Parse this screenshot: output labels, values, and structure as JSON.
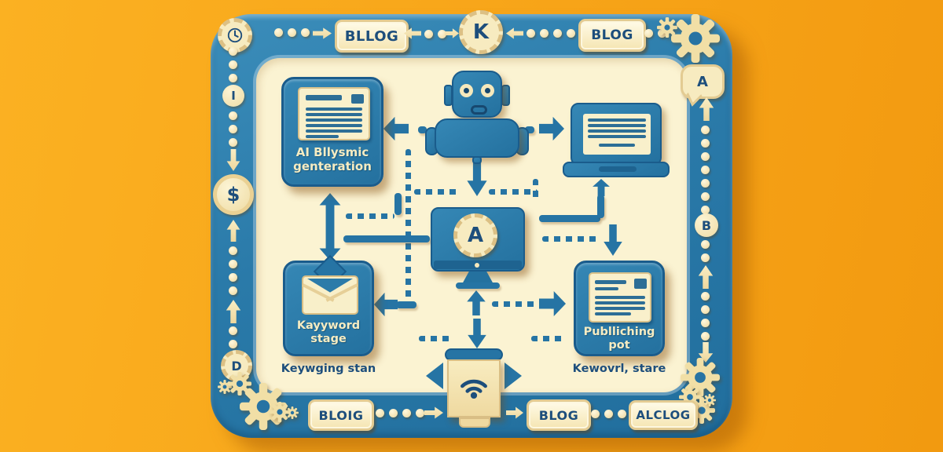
{
  "colors": {
    "background_orange": "#F7A418",
    "frame_blue": "#2A7AA9",
    "panel_cream": "#FBF3D2",
    "accent_cream": "#F2DFA8",
    "text_blue": "#1D4E7C"
  },
  "border": {
    "top": {
      "label_left": "BLLOG",
      "gear_badge_letter": "K",
      "label_right": "BLOG",
      "bubble_letter": "A"
    },
    "left": {
      "info_letter": "I",
      "coin_symbol": "$",
      "gear_badge_letter": "D"
    },
    "right": {
      "node_letter": "B"
    },
    "bottom": {
      "label_left": "BLOIG",
      "label_center": "BLOG",
      "label_right": "ALCLOG"
    }
  },
  "flowchart": {
    "ai_box": {
      "line1": "AI Bllysmic",
      "line2": "genteration"
    },
    "monitor": {
      "gear_letter": "A"
    },
    "keyword_box": {
      "line1": "Kayyword",
      "line2": "stage",
      "caption": "Keywging stan"
    },
    "publish_box": {
      "line1": "Publliching",
      "line2": "pot",
      "caption": "Kewovrl, stare"
    }
  }
}
